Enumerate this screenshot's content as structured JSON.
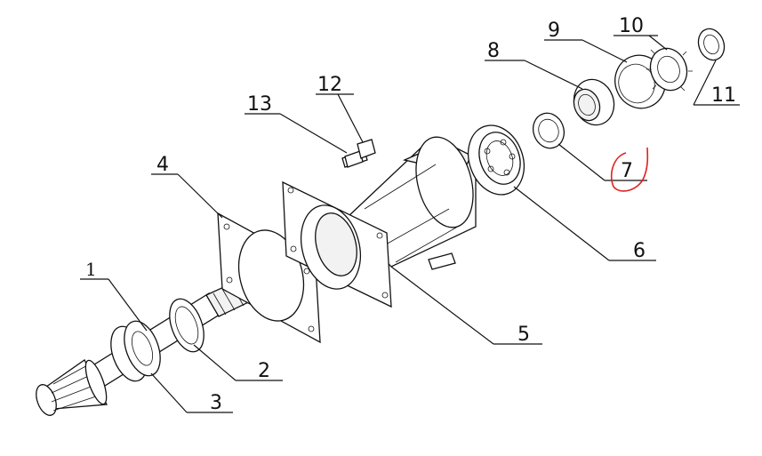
{
  "diagram": {
    "type": "exploded-assembly-drawing",
    "labels": [
      {
        "id": "1",
        "text": "1"
      },
      {
        "id": "2",
        "text": "2"
      },
      {
        "id": "3",
        "text": "3"
      },
      {
        "id": "4",
        "text": "4"
      },
      {
        "id": "5",
        "text": "5"
      },
      {
        "id": "6",
        "text": "6"
      },
      {
        "id": "7",
        "text": "7"
      },
      {
        "id": "8",
        "text": "8"
      },
      {
        "id": "9",
        "text": "9"
      },
      {
        "id": "10",
        "text": "10"
      },
      {
        "id": "11",
        "text": "11"
      },
      {
        "id": "12",
        "text": "12"
      },
      {
        "id": "13",
        "text": "13"
      }
    ],
    "annotation": {
      "highlighted_label": "7",
      "color": "#e02020"
    },
    "line_color": "#111111",
    "background": "#ffffff"
  }
}
